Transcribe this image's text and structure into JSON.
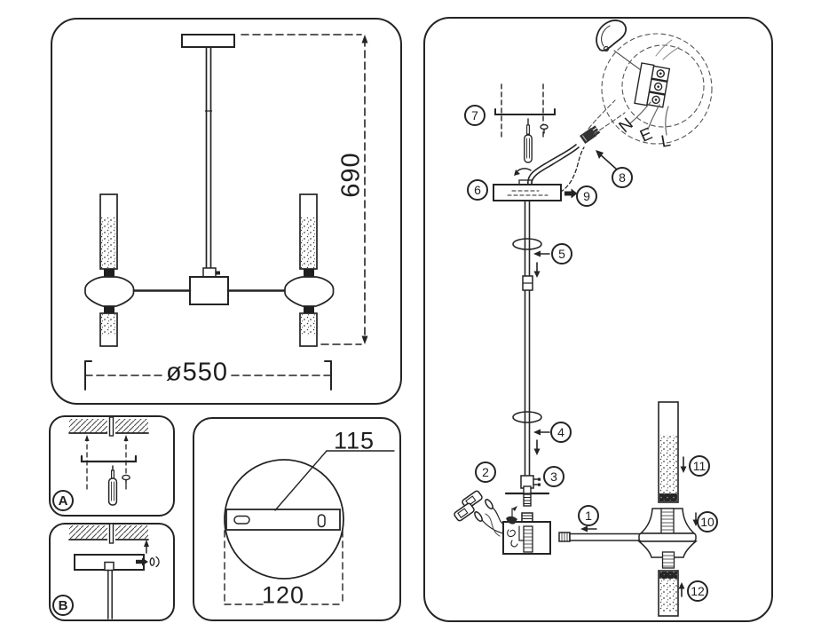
{
  "colors": {
    "line": "#242424",
    "background": "#ffffff"
  },
  "main_view": {
    "height_mm": "690",
    "diameter_mm": "ø550"
  },
  "install_steps": {
    "step_a_label": "A",
    "step_b_label": "B"
  },
  "canopy_detail": {
    "bracket_width_mm": "115",
    "canopy_diameter_mm": "120"
  },
  "exploded_view": {
    "part_numbers": [
      "1",
      "2",
      "3",
      "4",
      "5",
      "6",
      "7",
      "8",
      "9",
      "10",
      "11",
      "12"
    ],
    "terminal_labels": {
      "neutral": "N",
      "earth": "E",
      "live": "L"
    }
  }
}
